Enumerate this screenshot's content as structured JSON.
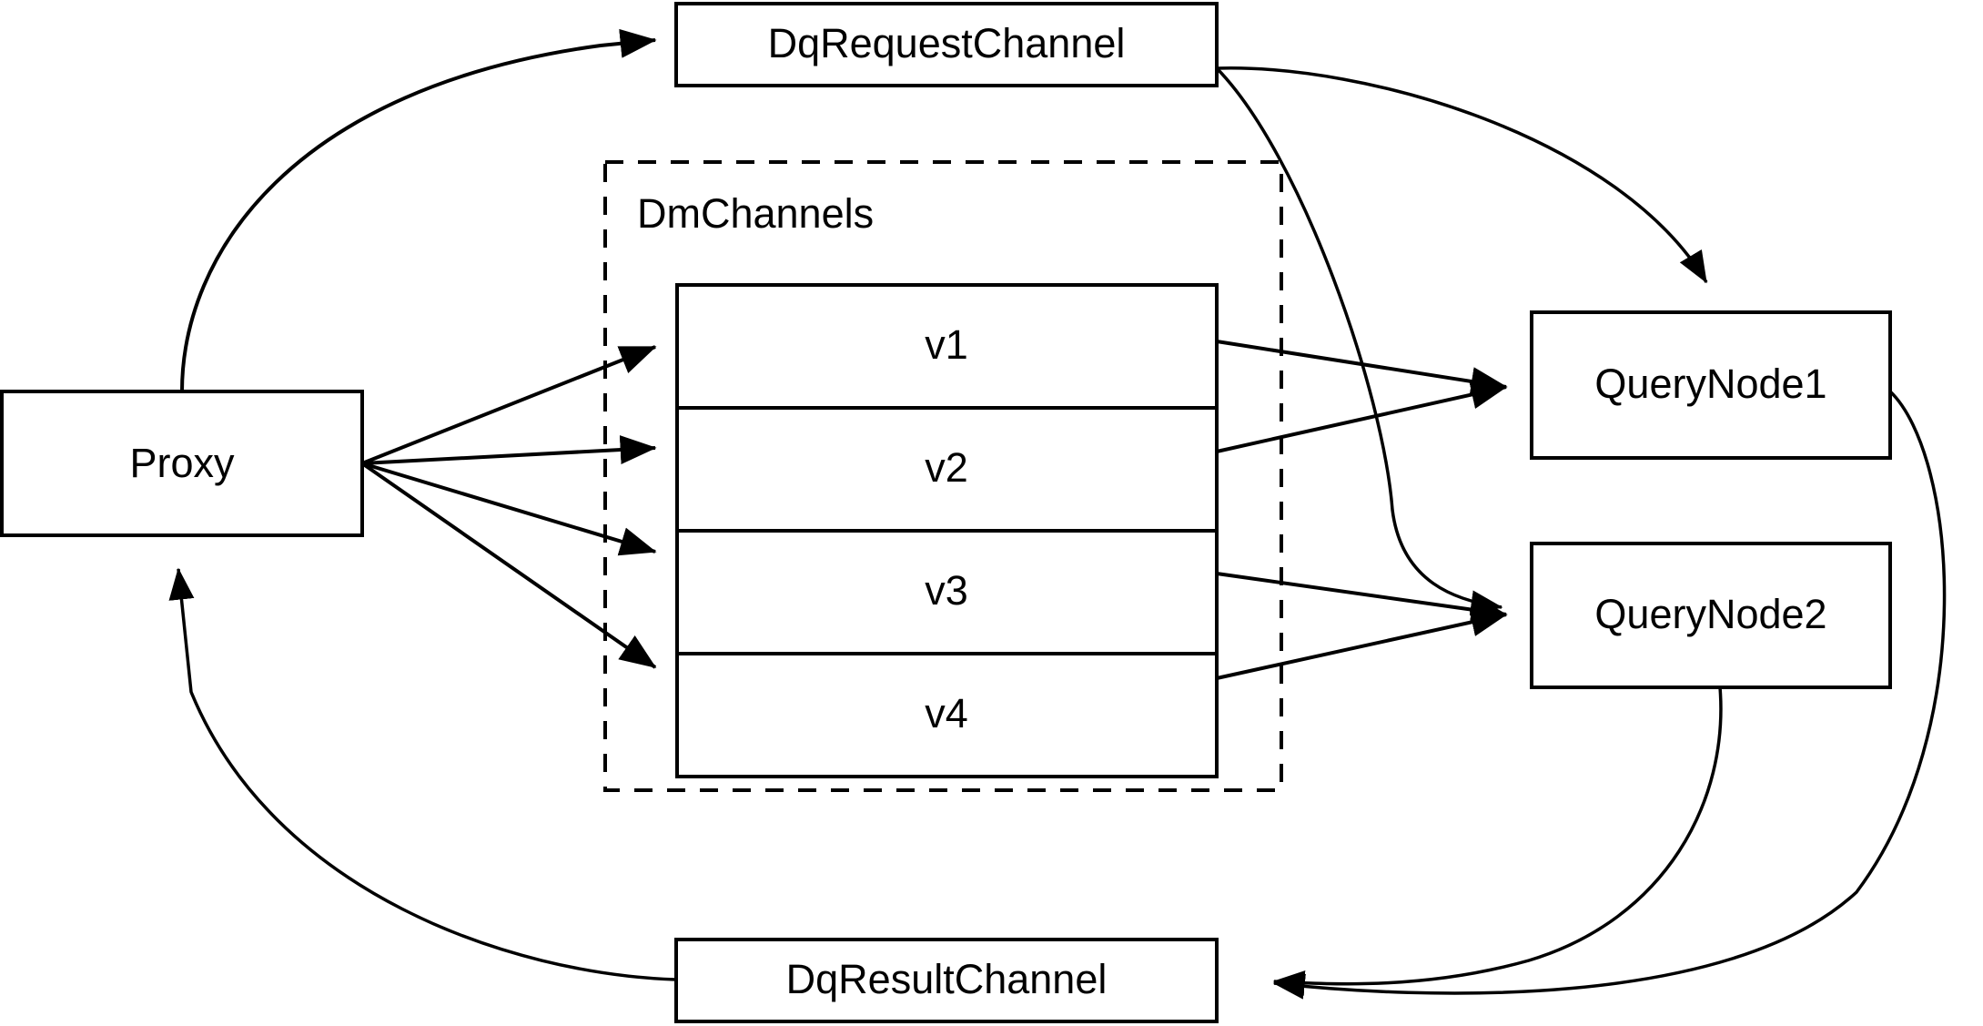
{
  "diagram": {
    "title": "Milvus query message-channel flow",
    "background_color": "#ffffff",
    "stroke_color": "#000000",
    "nodes": {
      "proxy": {
        "label": "Proxy"
      },
      "dq_request_channel": {
        "label": "DqRequestChannel"
      },
      "dq_result_channel": {
        "label": "DqResultChannel"
      },
      "query_node_1": {
        "label": "QueryNode1"
      },
      "query_node_2": {
        "label": "QueryNode2"
      }
    },
    "group": {
      "label": "DmChannels",
      "style": "dashed",
      "rows": [
        {
          "label": "v1"
        },
        {
          "label": "v2"
        },
        {
          "label": "v3"
        },
        {
          "label": "v4"
        }
      ]
    },
    "edges": [
      {
        "from": "Proxy",
        "to": "DqRequestChannel",
        "style": "curved",
        "arrow": "end"
      },
      {
        "from": "Proxy",
        "to": "v1",
        "style": "straight",
        "arrow": "end"
      },
      {
        "from": "Proxy",
        "to": "v2",
        "style": "straight",
        "arrow": "end"
      },
      {
        "from": "Proxy",
        "to": "v3",
        "style": "straight",
        "arrow": "end"
      },
      {
        "from": "Proxy",
        "to": "v4",
        "style": "straight",
        "arrow": "end"
      },
      {
        "from": "DqRequestChannel",
        "to": "QueryNode1",
        "style": "curved",
        "arrow": "end"
      },
      {
        "from": "DqRequestChannel",
        "to": "QueryNode2",
        "style": "curved",
        "arrow": "end"
      },
      {
        "from": "v1",
        "to": "QueryNode1",
        "style": "straight",
        "arrow": "end"
      },
      {
        "from": "v2",
        "to": "QueryNode1",
        "style": "straight",
        "arrow": "end"
      },
      {
        "from": "v3",
        "to": "QueryNode2",
        "style": "straight",
        "arrow": "end"
      },
      {
        "from": "v4",
        "to": "QueryNode2",
        "style": "straight",
        "arrow": "end"
      },
      {
        "from": "QueryNode1",
        "to": "DqResultChannel",
        "style": "curved",
        "arrow": "end"
      },
      {
        "from": "QueryNode2",
        "to": "DqResultChannel",
        "style": "curved",
        "arrow": "end"
      },
      {
        "from": "DqResultChannel",
        "to": "Proxy",
        "style": "curved",
        "arrow": "end"
      }
    ]
  }
}
